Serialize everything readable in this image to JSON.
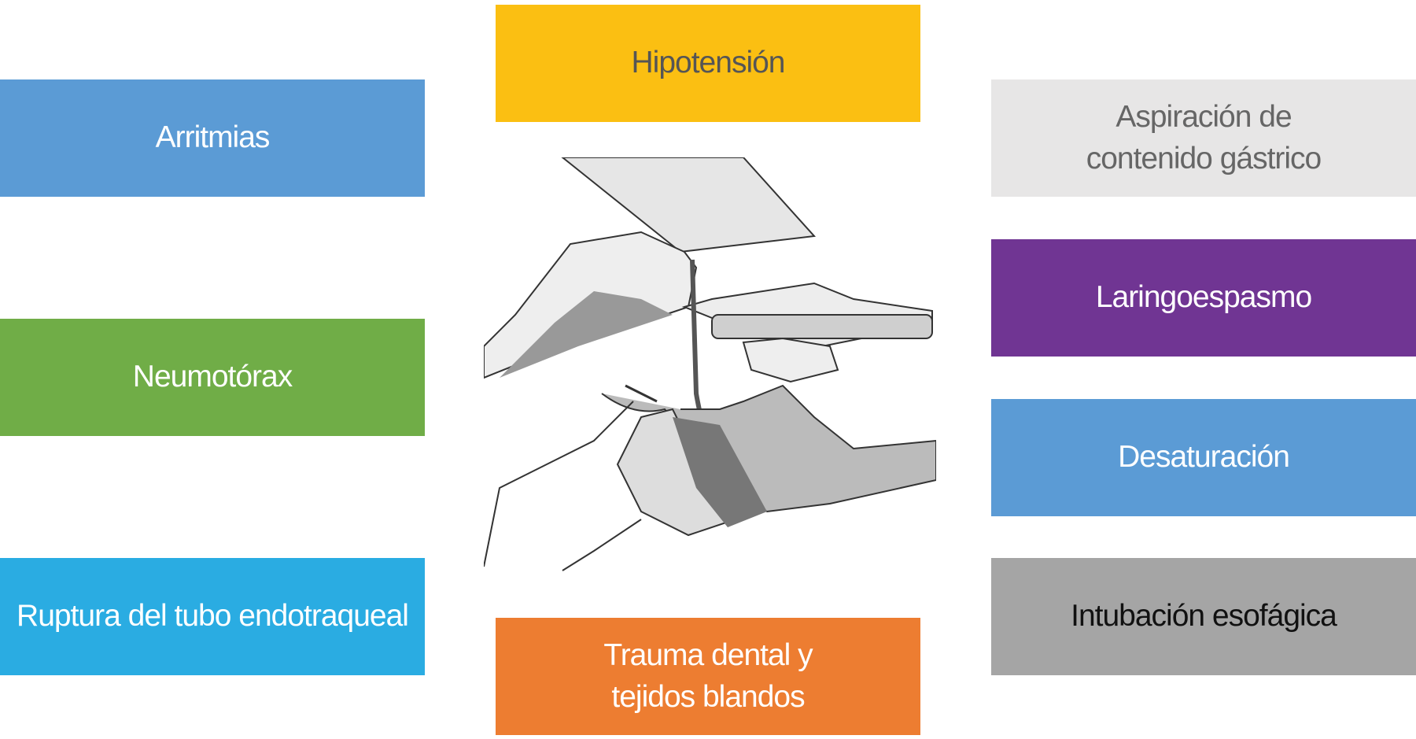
{
  "title": "Complicaciones de la intubación endotraqueal",
  "boxes": {
    "hipotension": {
      "label": "Hipotensión",
      "color": "#FBBF12"
    },
    "arritmias": {
      "label": "Arritmias",
      "color": "#5B9BD5"
    },
    "neumotorax": {
      "label": "Neumotórax",
      "color": "#70AD47"
    },
    "ruptura": {
      "label": "Ruptura del tubo endotraqueal",
      "color": "#2AACE2"
    },
    "trauma": {
      "line1": "Trauma dental y",
      "line2": "tejidos blandos",
      "color": "#ED7D31"
    },
    "aspiracion": {
      "line1": "Aspiración de",
      "line2": "contenido gástrico",
      "color": "#E7E6E6"
    },
    "laringoespasmo": {
      "label": "Laringoespasmo",
      "color": "#703593"
    },
    "desaturacion": {
      "label": "Desaturación",
      "color": "#5B9BD5"
    },
    "intubacion": {
      "label": "Intubación esofágica",
      "color": "#A5A5A5"
    }
  },
  "illustration": {
    "icon": "laryngoscope-intubation-illustration"
  }
}
